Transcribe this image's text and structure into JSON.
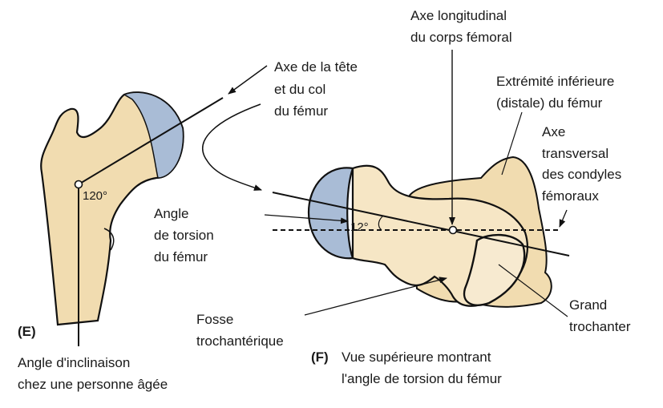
{
  "colors": {
    "bone": "#f1dcb0",
    "bone_light": "#f7ead0",
    "cartilage": "#a9bcd6",
    "outline": "#111111"
  },
  "figure_e": {
    "tag": "(E)",
    "angle_value": "120°",
    "caption_line1": "Angle d'inclinaison",
    "caption_line2": "chez une personne âgée"
  },
  "labels": {
    "head_neck_axis": [
      "Axe de la tête",
      "et du col",
      "du fémur"
    ],
    "longitudinal_axis": [
      "Axe longitudinal",
      "du corps fémoral"
    ],
    "distal_end": [
      "Extrémité inférieure",
      "(distale) du fémur"
    ],
    "condylar_axis": [
      "Axe",
      "transversal",
      "des condyles",
      "fémoraux"
    ],
    "torsion_angle": [
      "Angle",
      "de torsion",
      "du fémur"
    ],
    "trochanteric_fossa": [
      "Fosse",
      "trochantérique"
    ],
    "greater_trochanter": [
      "Grand",
      "trochanter"
    ]
  },
  "figure_f": {
    "tag": "(F)",
    "angle_value": "12°",
    "caption_line1": "Vue supérieure montrant",
    "caption_line2": "l'angle de torsion du fémur"
  }
}
